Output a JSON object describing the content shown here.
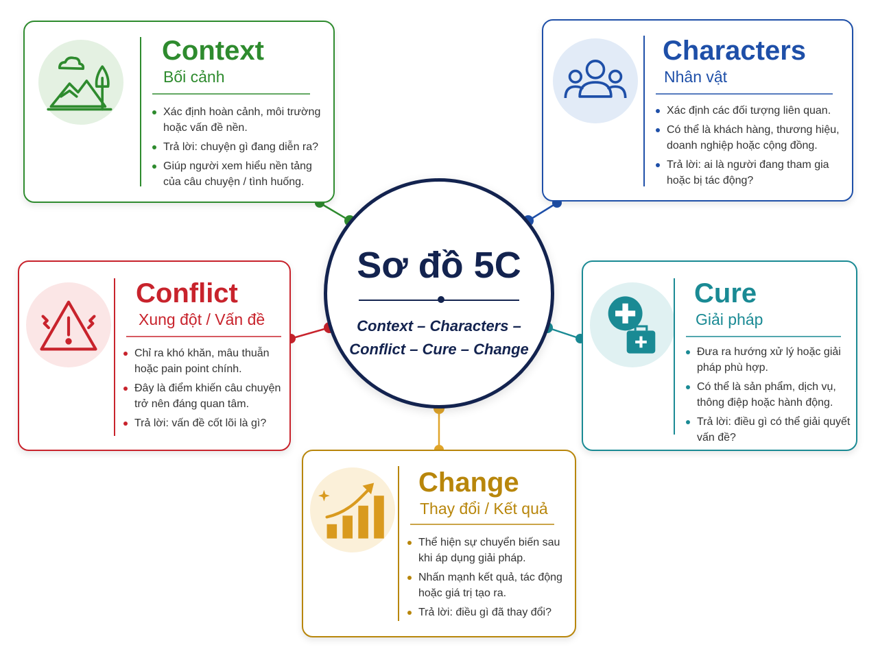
{
  "center": {
    "title": "Sơ đồ 5C",
    "line1": "Context – Characters –",
    "line2": "Conflict – Cure – Change"
  },
  "cards": {
    "context": {
      "title": "Context",
      "subtitle": "Bối cảnh",
      "color": "#2e8b2e",
      "bullets": [
        "Xác định hoàn cảnh, môi trường hoặc vấn đề nền.",
        "Trả lời: chuyện gì đang diễn ra?",
        "Giúp người xem hiểu nền tảng của câu chuyện / tình huống."
      ]
    },
    "characters": {
      "title": "Characters",
      "subtitle": "Nhân vật",
      "color": "#1e4fa8",
      "bullets": [
        "Xác định các đối tượng liên quan.",
        "Có thể là khách hàng, thương hiệu, doanh nghiệp hoặc cộng đồng.",
        "Trả lời: ai là người đang tham gia hoặc bị tác động?"
      ]
    },
    "conflict": {
      "title": "Conflict",
      "subtitle": "Xung đột / Vấn đề",
      "color": "#c8232c",
      "bullets": [
        "Chỉ ra khó khăn, mâu thuẫn hoặc pain point chính.",
        "Đây là điểm khiến câu chuyện trở nên đáng quan tâm.",
        "Trả lời: vấn đề cốt lõi là gì?"
      ]
    },
    "cure": {
      "title": "Cure",
      "subtitle": "Giải pháp",
      "color": "#1a8a94",
      "bullets": [
        "Đưa ra hướng xử lý hoặc giải pháp phù hợp.",
        "Có thể là sản phẩm, dịch vụ, thông điệp hoặc hành động.",
        "Trả lời: điều gì có thể giải quyết vấn đề?"
      ]
    },
    "change": {
      "title": "Change",
      "subtitle": "Thay đổi / Kết quả",
      "color": "#b8860b",
      "bullets": [
        "Thể hiện sự chuyển biến sau khi áp dụng giải pháp.",
        "Nhấn mạnh kết quả, tác động hoặc giá trị tạo ra.",
        "Trả lời: điều gì đã thay đổi?"
      ]
    }
  }
}
